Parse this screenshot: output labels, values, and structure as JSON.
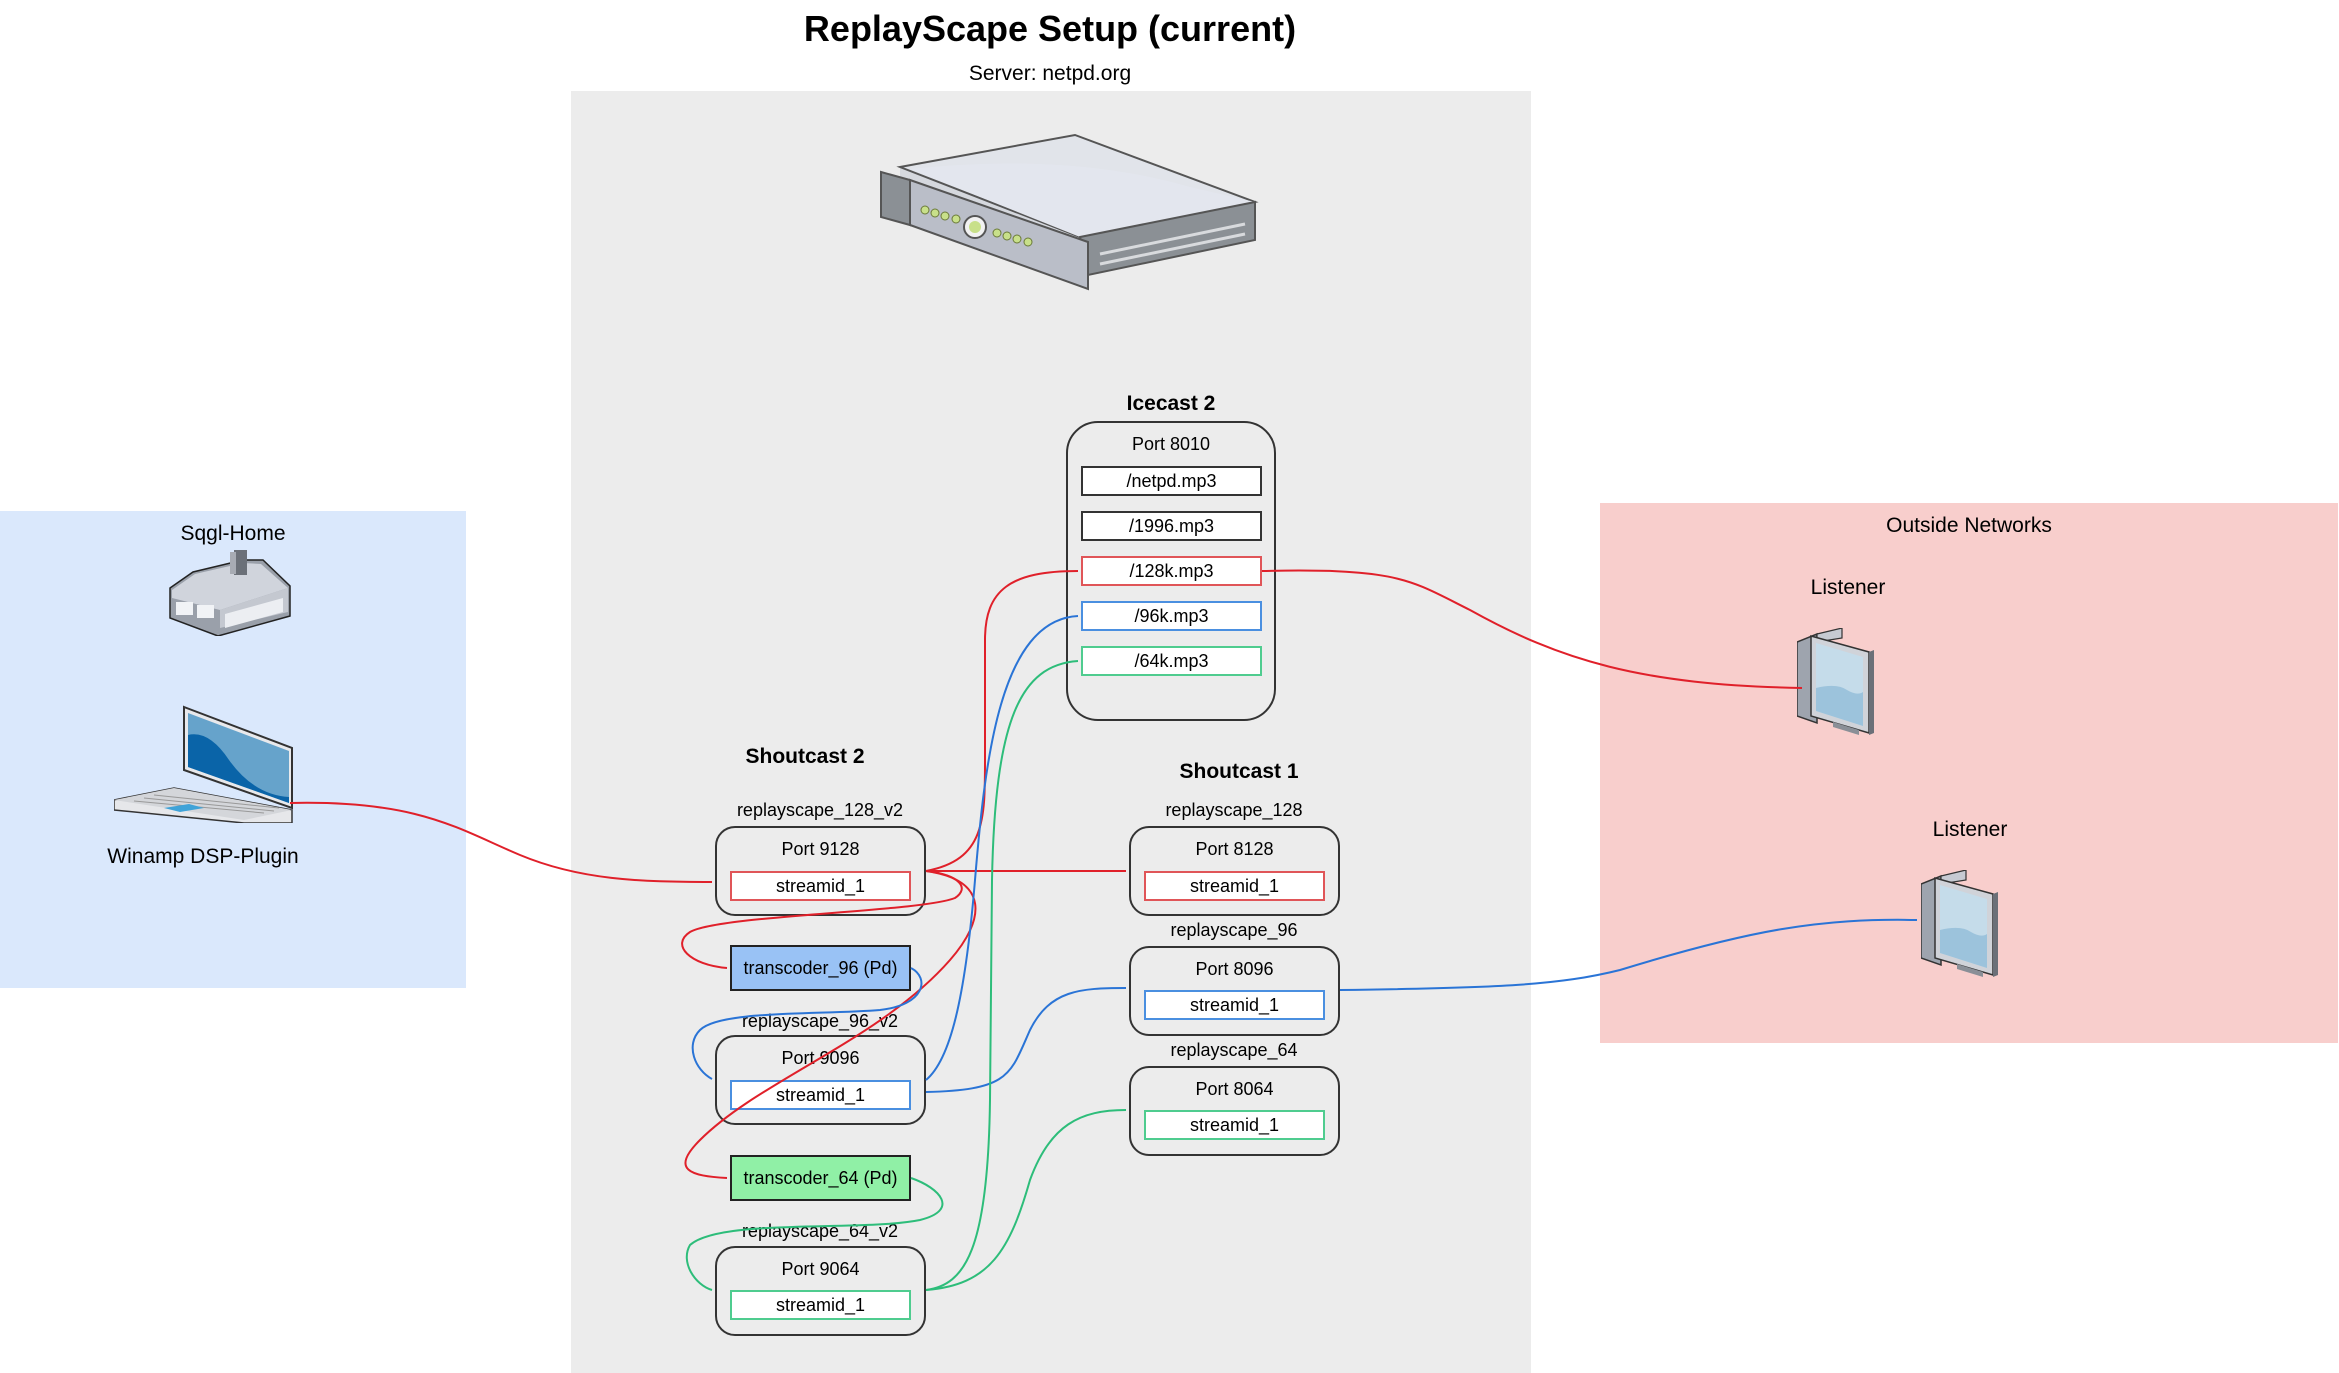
{
  "header": {
    "title": "ReplayScape Setup (current)",
    "subtitle": "Server: netpd.org"
  },
  "colors": {
    "red": "#e0202a",
    "blue": "#2a74d6",
    "green": "#2dbd7a",
    "server_zone": "#ececec",
    "home_zone": "#dae8fc",
    "outside_zone": "#f8cecc",
    "transcoder_96": "#99c2f5",
    "transcoder_64": "#90f0a6"
  },
  "home": {
    "label": "Sqgl-Home",
    "icon": "house-icon",
    "client": {
      "label": "Winamp DSP-Plugin",
      "icon": "laptop-icon"
    }
  },
  "server": {
    "icon": "rack-server-icon",
    "icecast": {
      "title": "Icecast 2",
      "port": "Port 8010",
      "mounts": [
        {
          "label": "/netpd.mp3",
          "color": "black"
        },
        {
          "label": "/1996.mp3",
          "color": "black"
        },
        {
          "label": "/128k.mp3",
          "color": "red"
        },
        {
          "label": "/96k.mp3",
          "color": "blue"
        },
        {
          "label": "/64k.mp3",
          "color": "green"
        }
      ]
    },
    "shoutcast2": {
      "title": "Shoutcast 2",
      "servers": [
        {
          "name": "replayscape_128_v2",
          "port": "Port 9128",
          "stream": "streamid_1",
          "color": "red"
        },
        {
          "name": "replayscape_96_v2",
          "port": "Port 9096",
          "stream": "streamid_1",
          "color": "blue"
        },
        {
          "name": "replayscape_64_v2",
          "port": "Port 9064",
          "stream": "streamid_1",
          "color": "green"
        }
      ],
      "transcoders": [
        {
          "label": "transcoder_96 (Pd)"
        },
        {
          "label": "transcoder_64 (Pd)"
        }
      ]
    },
    "shoutcast1": {
      "title": "Shoutcast 1",
      "servers": [
        {
          "name": "replayscape_128",
          "port": "Port 8128",
          "stream": "streamid_1",
          "color": "red"
        },
        {
          "name": "replayscape_96",
          "port": "Port 8096",
          "stream": "streamid_1",
          "color": "blue"
        },
        {
          "name": "replayscape_64",
          "port": "Port 8064",
          "stream": "streamid_1",
          "color": "green"
        }
      ]
    }
  },
  "outside": {
    "label": "Outside Networks",
    "listeners": [
      {
        "label": "Listener",
        "icon": "desktop-computer-icon"
      },
      {
        "label": "Listener",
        "icon": "desktop-computer-icon"
      }
    ]
  },
  "connections": [
    {
      "from": "Winamp DSP-Plugin",
      "to": "replayscape_128_v2",
      "color": "red"
    },
    {
      "from": "replayscape_128_v2",
      "to": "/128k.mp3",
      "color": "red"
    },
    {
      "from": "replayscape_128_v2",
      "to": "replayscape_128",
      "color": "red"
    },
    {
      "from": "replayscape_128_v2",
      "to": "transcoder_96 (Pd)",
      "color": "red"
    },
    {
      "from": "replayscape_128_v2",
      "to": "transcoder_64 (Pd)",
      "color": "red"
    },
    {
      "from": "transcoder_96 (Pd)",
      "to": "replayscape_96_v2",
      "color": "blue"
    },
    {
      "from": "replayscape_96_v2",
      "to": "/96k.mp3",
      "color": "blue"
    },
    {
      "from": "replayscape_96_v2",
      "to": "replayscape_96",
      "color": "blue"
    },
    {
      "from": "transcoder_64 (Pd)",
      "to": "replayscape_64_v2",
      "color": "green"
    },
    {
      "from": "replayscape_64_v2",
      "to": "/64k.mp3",
      "color": "green"
    },
    {
      "from": "replayscape_64_v2",
      "to": "replayscape_64",
      "color": "green"
    },
    {
      "from": "/128k.mp3",
      "to": "Listener 1",
      "color": "red"
    },
    {
      "from": "replayscape_96",
      "to": "Listener 2",
      "color": "blue"
    }
  ]
}
